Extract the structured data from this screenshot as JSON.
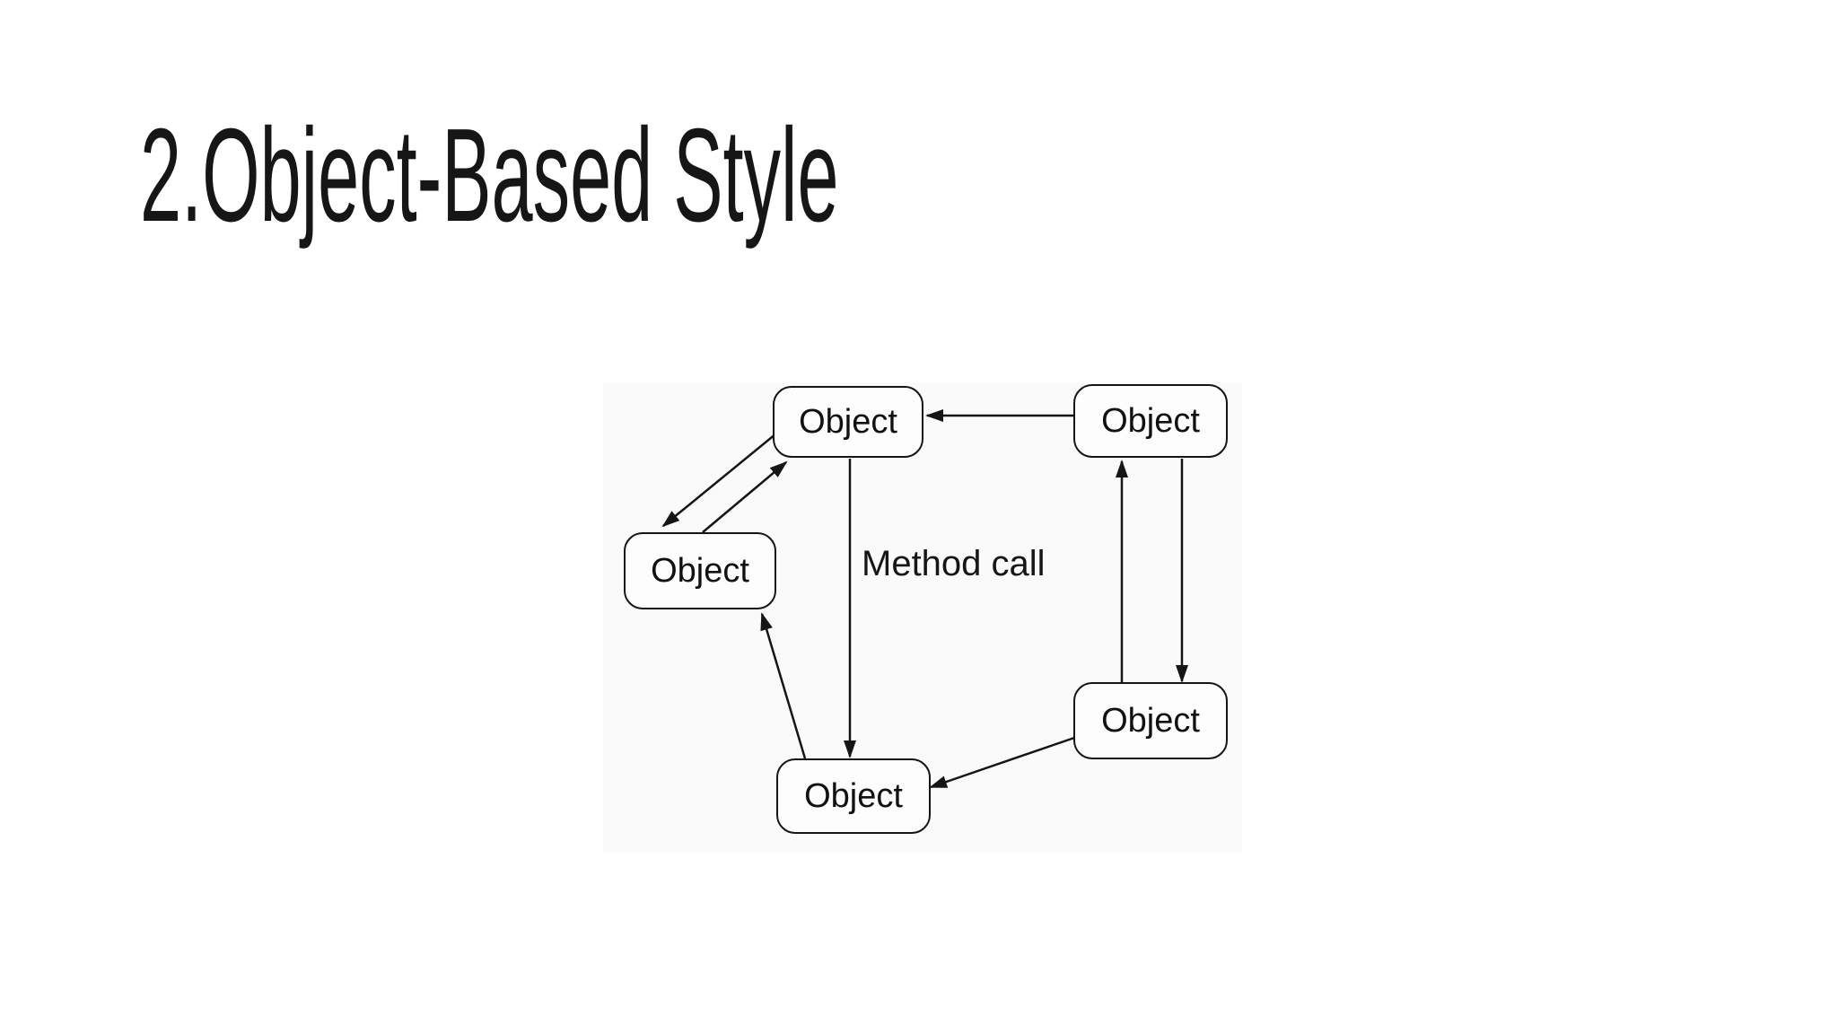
{
  "slide": {
    "title": "2.Object-Based Style",
    "background_color": "#ffffff",
    "title_color": "#161616"
  },
  "diagram": {
    "type": "object-communication-diagram",
    "canvas_bg": "#fafafa",
    "line_color": "#151515",
    "node_fill": "#fdfdfd",
    "edge_label": "Method call",
    "nodes": [
      {
        "id": "top-left",
        "label": "Object"
      },
      {
        "id": "top-right",
        "label": "Object"
      },
      {
        "id": "middle-left",
        "label": "Object"
      },
      {
        "id": "bottom-center",
        "label": "Object"
      },
      {
        "id": "bottom-right",
        "label": "Object"
      }
    ],
    "edges": [
      {
        "from": "top-right",
        "to": "top-left",
        "label": ""
      },
      {
        "from": "top-left",
        "to": "middle-left",
        "label": ""
      },
      {
        "from": "middle-left",
        "to": "top-left",
        "label": ""
      },
      {
        "from": "top-left",
        "to": "bottom-center",
        "label": "Method call"
      },
      {
        "from": "bottom-center",
        "to": "middle-left",
        "label": ""
      },
      {
        "from": "bottom-right",
        "to": "bottom-center",
        "label": ""
      },
      {
        "from": "bottom-right",
        "to": "top-right",
        "label": ""
      },
      {
        "from": "top-right",
        "to": "bottom-right",
        "label": ""
      }
    ]
  }
}
